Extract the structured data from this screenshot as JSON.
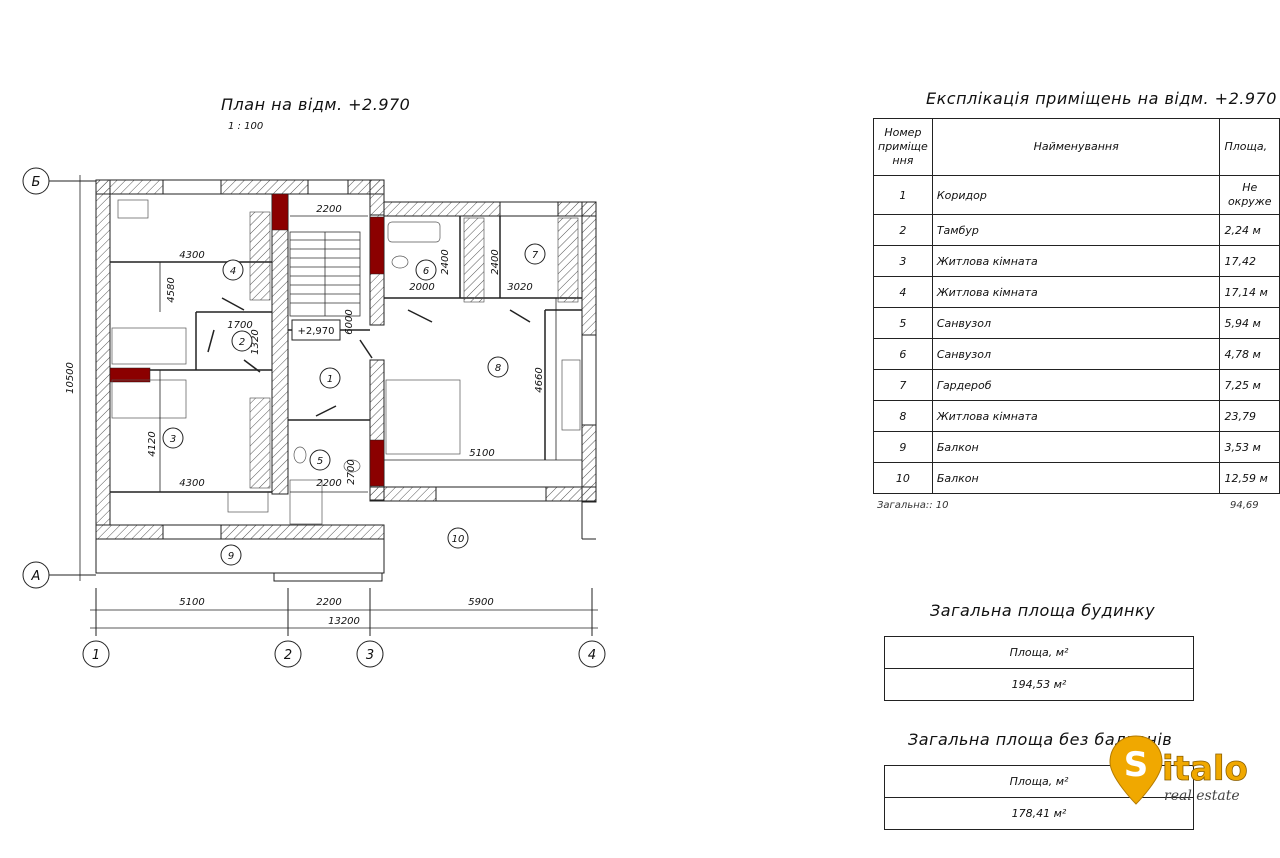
{
  "plan": {
    "title": "План на відм. +2.970",
    "scale": "1 : 100",
    "level_mark": "+2,970",
    "axes_letters": [
      "Б",
      "А"
    ],
    "axes_numbers": [
      "1",
      "2",
      "3",
      "4"
    ],
    "dim_bottom": [
      "5100",
      "2200",
      "5900"
    ],
    "dim_total": "13200",
    "dim_left": "10500",
    "dims_inner": [
      "2200",
      "4300",
      "4580",
      "1700",
      "1320",
      "4120",
      "4300",
      "2200",
      "2700",
      "6000",
      "2000",
      "2400",
      "2400",
      "3020",
      "4660",
      "5100"
    ],
    "room_numbers": [
      "1",
      "2",
      "3",
      "4",
      "5",
      "6",
      "7",
      "8",
      "9",
      "10"
    ]
  },
  "explication": {
    "title": "Експлікація приміщень на відм. +2.970",
    "headers": {
      "number": [
        "Номер",
        "приміще",
        "ння"
      ],
      "name": "Найменування",
      "area": "Площа,"
    },
    "rows": [
      {
        "num": "1",
        "name": "Коридор",
        "area": [
          "Не",
          "окруже"
        ]
      },
      {
        "num": "2",
        "name": "Тамбур",
        "area": [
          "2,24 м"
        ]
      },
      {
        "num": "3",
        "name": "Житлова кімната",
        "area": [
          "17,42"
        ]
      },
      {
        "num": "4",
        "name": "Житлова кімната",
        "area": [
          "17,14 м"
        ]
      },
      {
        "num": "5",
        "name": "Санвузол",
        "area": [
          "5,94 м"
        ]
      },
      {
        "num": "6",
        "name": "Санвузол",
        "area": [
          "4,78 м"
        ]
      },
      {
        "num": "7",
        "name": "Гардероб",
        "area": [
          "7,25 м"
        ]
      },
      {
        "num": "8",
        "name": "Житлова кімната",
        "area": [
          "23,79"
        ]
      },
      {
        "num": "9",
        "name": "Балкон",
        "area": [
          "3,53 м"
        ]
      },
      {
        "num": "10",
        "name": "Балкон",
        "area": [
          "12,59 м"
        ]
      }
    ],
    "total_label": "Загальна:: 10",
    "total_value": "94,69"
  },
  "total_area": {
    "title": "Загальна площа будинку",
    "header": "Площа, м²",
    "value": "194,53 м²"
  },
  "area_no_balcony": {
    "title": "Загальна площа без балконів",
    "header": "Площа, м²",
    "value": "178,41 м²"
  },
  "logo": {
    "brand": "Sitalo",
    "tagline": "real estate",
    "color": "#f0a800"
  }
}
